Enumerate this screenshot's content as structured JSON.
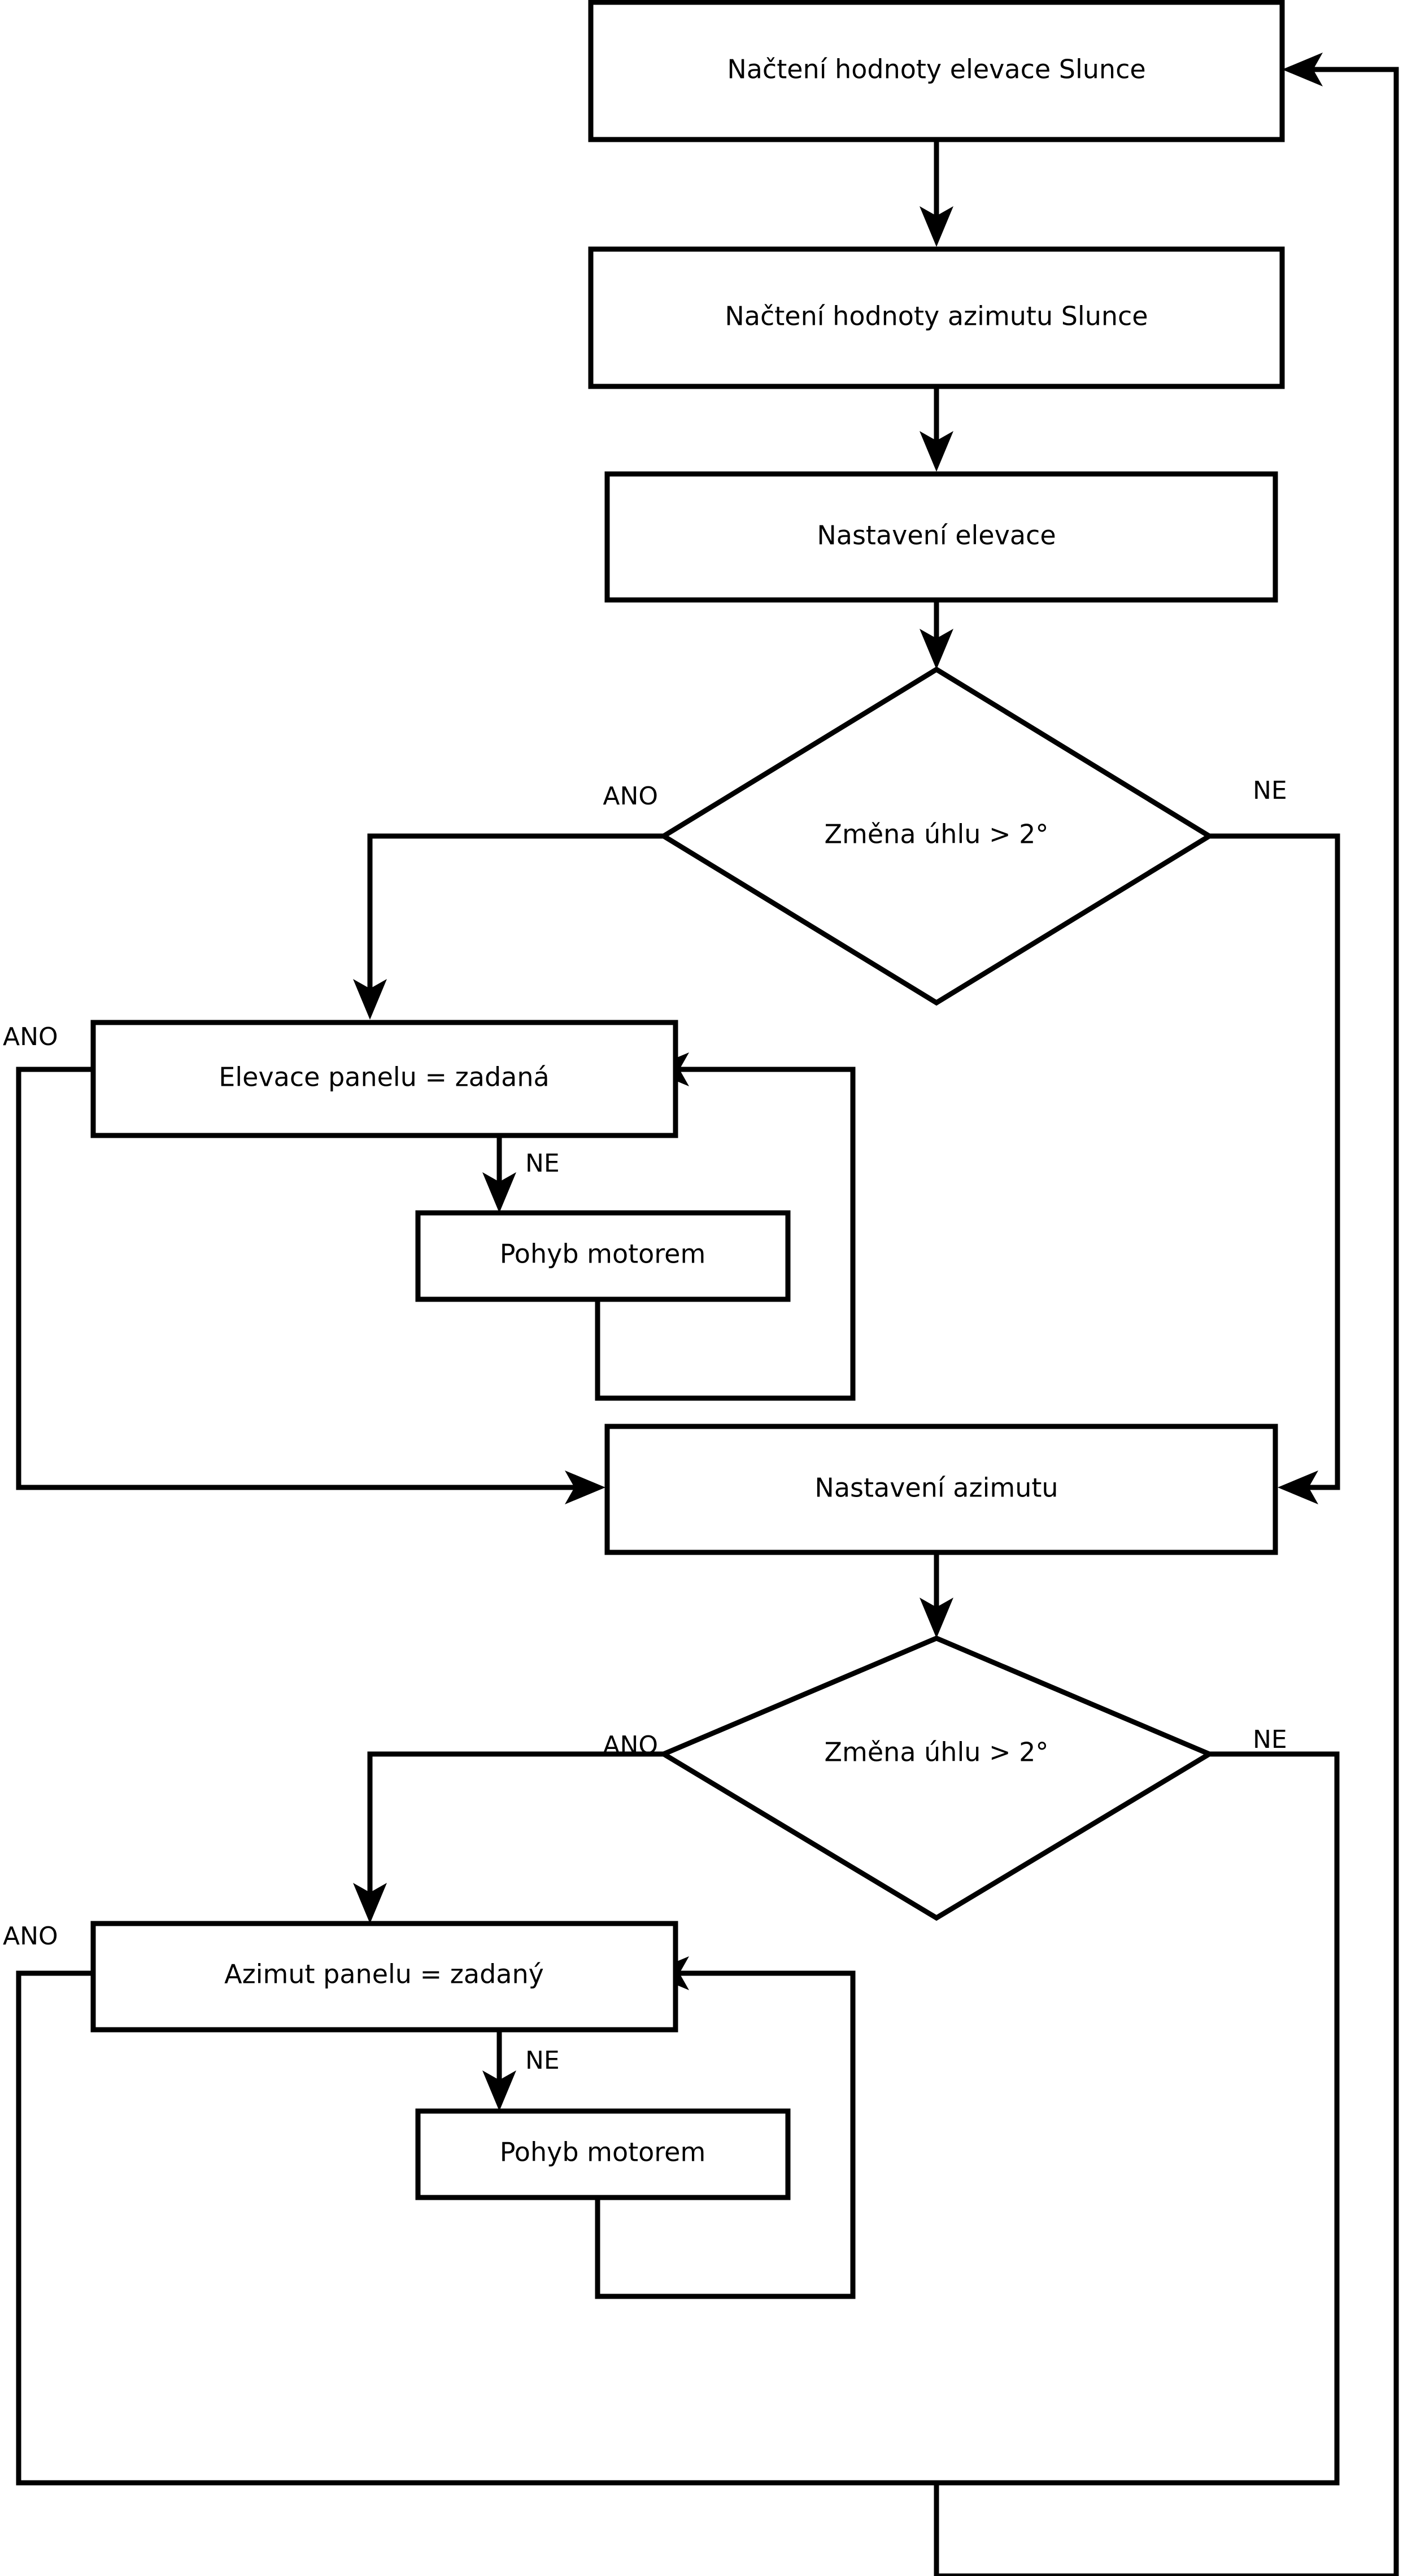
{
  "diagram": {
    "type": "flowchart",
    "language": "cs",
    "colors": {
      "stroke": "#000000",
      "fill": "#ffffff",
      "text": "#000000"
    },
    "nodes": [
      {
        "id": "read_elevation",
        "shape": "process",
        "label": "Načtení hodnoty elevace Slunce"
      },
      {
        "id": "read_azimuth",
        "shape": "process",
        "label": "Načtení hodnoty azimutu Slunce"
      },
      {
        "id": "set_elevation",
        "shape": "process",
        "label": "Nastavení elevace"
      },
      {
        "id": "decide_elev",
        "shape": "decision",
        "label": "Změna úhlu > 2°"
      },
      {
        "id": "panel_elev_eq",
        "shape": "process",
        "label": "Elevace panelu = zadaná"
      },
      {
        "id": "motor_move_1",
        "shape": "process",
        "label": "Pohyb motorem"
      },
      {
        "id": "set_azimuth",
        "shape": "process",
        "label": "Nastavení azimutu"
      },
      {
        "id": "decide_azim",
        "shape": "decision",
        "label": "Změna úhlu > 2°"
      },
      {
        "id": "panel_azim_eq",
        "shape": "process",
        "label": "Azimut panelu = zadaný"
      },
      {
        "id": "motor_move_2",
        "shape": "process",
        "label": "Pohyb motorem"
      }
    ],
    "edge_labels": {
      "decide_elev_yes": "ANO",
      "decide_elev_no": "NE",
      "panel_elev_yes": "ANO",
      "panel_elev_no": "NE",
      "decide_azim_yes": "ANO",
      "decide_azim_no": "NE",
      "panel_azim_yes": "ANO",
      "panel_azim_no": "NE"
    }
  }
}
